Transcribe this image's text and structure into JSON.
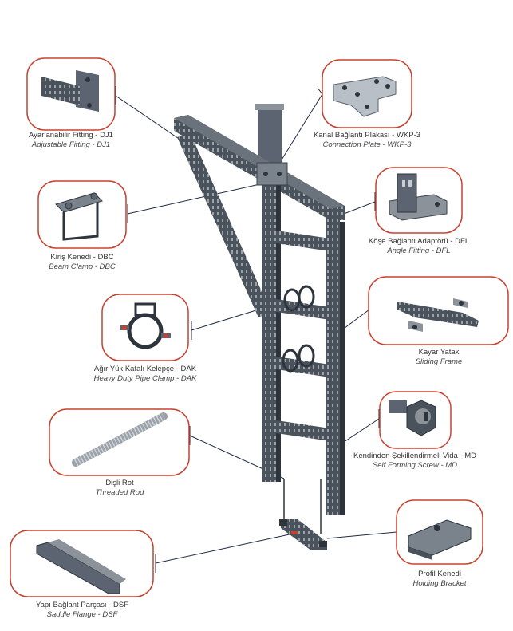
{
  "components": [
    {
      "id": "dj1",
      "name_tr": "Ayarlanabilir Fitting - DJ1",
      "name_en": "Adjustable Fitting - DJ1",
      "icon": "adjustable-fitting-icon"
    },
    {
      "id": "wkp3",
      "name_tr": "Kanal Bağlantı Plakası - WKP-3",
      "name_en": "Connection Plate - WKP-3",
      "icon": "connection-plate-icon"
    },
    {
      "id": "dbc",
      "name_tr": "Kiriş Kenedi - DBC",
      "name_en": "Beam Clamp - DBC",
      "icon": "beam-clamp-icon"
    },
    {
      "id": "dfl",
      "name_tr": "Köşe Bağlantı Adaptörü - DFL",
      "name_en": "Angle Fitting - DFL",
      "icon": "angle-fitting-icon"
    },
    {
      "id": "sliding",
      "name_tr": "Kayar Yatak",
      "name_en": "Sliding Frame",
      "icon": "sliding-frame-icon"
    },
    {
      "id": "dak",
      "name_tr": "Ağır Yük Kafalı Kelepçe - DAK",
      "name_en": "Heavy Duty Pipe Clamp - DAK",
      "icon": "pipe-clamp-icon"
    },
    {
      "id": "md",
      "name_tr": "Kendinden Şekillendirmeli Vida - MD",
      "name_en": "Self Forming Screw - MD",
      "icon": "self-forming-screw-icon"
    },
    {
      "id": "rod",
      "name_tr": "Dişli Rot",
      "name_en": "Threaded Rod",
      "icon": "threaded-rod-icon"
    },
    {
      "id": "bracket",
      "name_tr": "Profil Kenedi",
      "name_en": "Holding Bracket",
      "icon": "holding-bracket-icon"
    },
    {
      "id": "dsf",
      "name_tr": "Yapı Bağlant Parçası - DSF",
      "name_en": "Saddle Flange - DSF",
      "icon": "saddle-flange-icon"
    }
  ],
  "colors": {
    "frame_border": "#c8412f",
    "leader_line": "#1f2a44",
    "channel_light": "#5b6470",
    "channel_dark": "#2e343c",
    "steel": "#8b929a"
  }
}
